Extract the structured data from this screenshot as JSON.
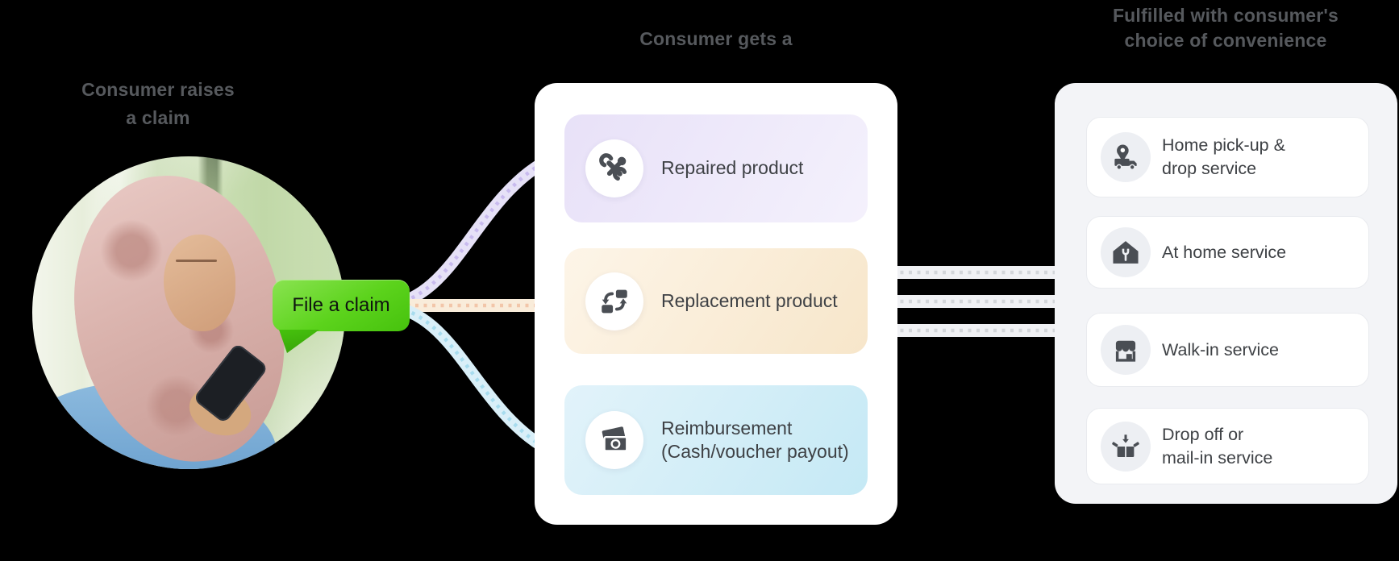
{
  "titles": {
    "left": [
      "Consumer raises",
      "a claim"
    ],
    "middle": "Consumer gets a",
    "right": [
      "Fulfilled with consumer's",
      "choice of convenience"
    ]
  },
  "bubble": {
    "label": "File a claim"
  },
  "middle_card": {
    "items": [
      {
        "icon": "repair-tools-icon",
        "lines": [
          "Repaired product"
        ]
      },
      {
        "icon": "swap-product-icon",
        "lines": [
          "Replacement product"
        ]
      },
      {
        "icon": "cash-payout-icon",
        "lines": [
          "Reimbursement",
          "(Cash/voucher payout)"
        ]
      }
    ]
  },
  "right_card": {
    "items": [
      {
        "icon": "pickup-truck-icon",
        "lines": [
          "Home pick-up &",
          "drop service"
        ]
      },
      {
        "icon": "home-service-icon",
        "lines": [
          "At home service"
        ]
      },
      {
        "icon": "walk-in-store-icon",
        "lines": [
          "Walk-in service"
        ]
      },
      {
        "icon": "dropoff-box-icon",
        "lines": [
          "Drop off or",
          "mail-in service"
        ]
      }
    ]
  },
  "palette": {
    "bg": "#000000",
    "title-text": "#56595d",
    "item-text": "#3e4145",
    "bubble-text": "#0f1410",
    "bubble-from": "#8ae351",
    "bubble-mid": "#5cd31c",
    "bubble-to": "#46c20d",
    "bubble-tail": "#37a108",
    "card-white": "#ffffff",
    "card-gray": "#f3f4f7",
    "icon-ink": "#4a4e54",
    "icon-circle-gray": "#edeff3",
    "opt-repair-from": "#e8e1f8",
    "opt-repair-to": "#f4f1fc",
    "opt-replace-from": "#fdf5e8",
    "opt-replace-to": "#f7e6ca",
    "opt-reimburse-from": "#e2f3fa",
    "opt-reimburse-to": "#c5e9f5",
    "line-purple-band": "#e6e1f7",
    "line-purple-dot": "#c8baee",
    "line-peach-band": "#f9ecda",
    "line-peach-dot": "#f2c6a9",
    "line-blue-band": "#d9eff8",
    "line-blue-dot": "#a7dcee",
    "line-gray-band": "#f0f1f4",
    "line-gray-dot": "#d3d6da"
  }
}
